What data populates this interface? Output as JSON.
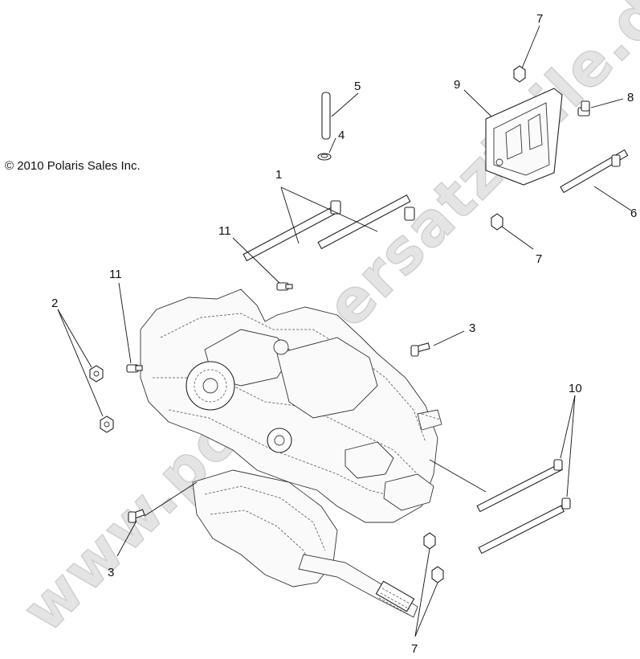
{
  "copyright": "© 2010 Polaris Sales Inc.",
  "watermark": "www.polarisersatzteile.de",
  "callouts": {
    "c1": "1",
    "c2": "2",
    "c3a": "3",
    "c3b": "3",
    "c4": "4",
    "c5": "5",
    "c6": "6",
    "c7a": "7",
    "c7b": "7",
    "c7c": "7",
    "c8": "8",
    "c9": "9",
    "c10": "10",
    "c11a": "11",
    "c11b": "11"
  }
}
